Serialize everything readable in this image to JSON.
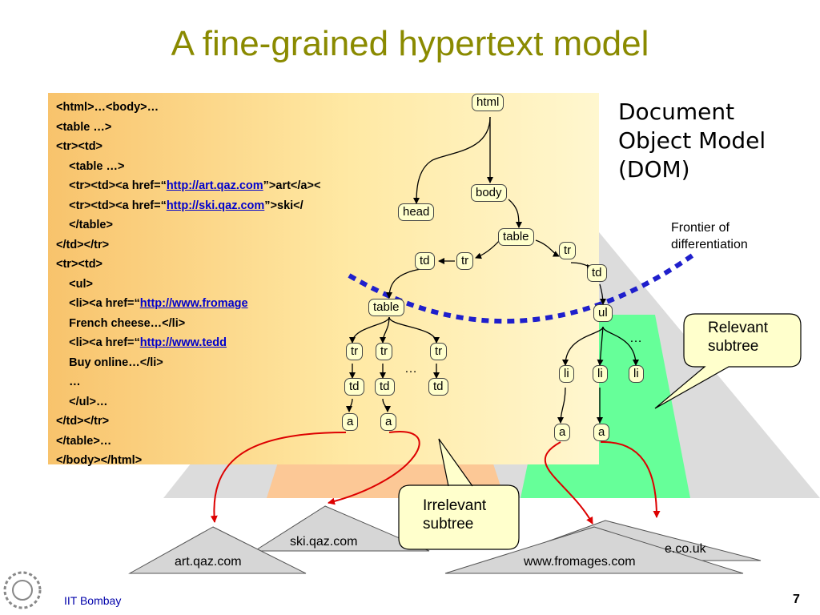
{
  "title": "A fine-grained hypertext model",
  "code_lines": [
    {
      "pre": "<html>…<body>…",
      "link": "",
      "post": ""
    },
    {
      "pre": "<table …>",
      "link": "",
      "post": ""
    },
    {
      "pre": "<tr><td>",
      "link": "",
      "post": ""
    },
    {
      "pre": "    <table …>",
      "link": "",
      "post": ""
    },
    {
      "pre": "    <tr><td><a href=“",
      "link": "http://art.qaz.com",
      "post": "”>art</a><"
    },
    {
      "pre": "    <tr><td><a href=“",
      "link": "http://ski.qaz.com",
      "post": "”>ski</"
    },
    {
      "pre": "    </table>",
      "link": "",
      "post": ""
    },
    {
      "pre": "</td></tr>",
      "link": "",
      "post": ""
    },
    {
      "pre": "<tr><td>",
      "link": "",
      "post": ""
    },
    {
      "pre": "    <ul>",
      "link": "",
      "post": ""
    },
    {
      "pre": "    <li><a href=“",
      "link": "http://www.fromage",
      "post": ""
    },
    {
      "pre": "    French cheese…</li>",
      "link": "",
      "post": ""
    },
    {
      "pre": "    <li><a href=“",
      "link": "http://www.tedd",
      "post": ""
    },
    {
      "pre": "    Buy online…</li>",
      "link": "",
      "post": ""
    },
    {
      "pre": "    …",
      "link": "",
      "post": ""
    },
    {
      "pre": "    </ul>…",
      "link": "",
      "post": ""
    },
    {
      "pre": "</td></tr>",
      "link": "",
      "post": ""
    },
    {
      "pre": "</table>…",
      "link": "",
      "post": ""
    },
    {
      "pre": "</body></html>",
      "link": "",
      "post": ""
    }
  ],
  "dom_label": "Document\nObject Model\n(DOM)",
  "frontier_label": "Frontier of\ndifferentiation",
  "nodes": {
    "html": "html",
    "head": "head",
    "body": "body",
    "table": "table",
    "td": "td",
    "tr": "tr",
    "ul": "ul",
    "li": "li",
    "a": "a"
  },
  "ellipsis": "…",
  "relevant_callout": "Relevant\nsubtree",
  "irrelevant_callout": "Irrelevant\nsubtree",
  "sites": {
    "art": "art.qaz.com",
    "ski": "ski.qaz.com",
    "fromages": "www.fromages.com",
    "teddy_partial": "e.co.uk"
  },
  "footer": {
    "institution": "IIT Bombay",
    "page": "7"
  },
  "colors": {
    "title": "#8a8a00",
    "big_triangle": "#dcdcdc",
    "irrelevant_region": "#fcc896",
    "relevant_region": "#66ff99",
    "node_fill": "#ffffcc",
    "frontier": "#1f1fcc",
    "link_arrows": "#dd0000",
    "callout_fill": "#ffffcc"
  }
}
